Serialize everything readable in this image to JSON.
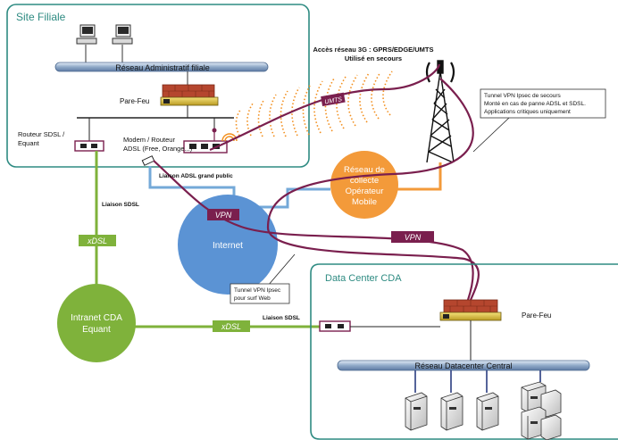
{
  "site": {
    "title": "Site Filiale",
    "admin_network": "Réseau Administratif filiale",
    "firewall": "Pare-Feu",
    "sdsl_router_line1": "Routeur SDSL /",
    "sdsl_router_line2": "Equant",
    "modem_line1": "Modem / Routeur",
    "modem_line2": "ADSL (Free, Orange...)"
  },
  "links": {
    "adsl_public": "Liaison ADSL grand public",
    "sdsl_left": "Liaison SDSL",
    "sdsl_bottom": "Liaison SDSL",
    "xdsl_left": "xDSL",
    "xdsl_bottom": "xDSL",
    "umts": "UMTS",
    "vpn_internet": "VPN",
    "vpn_datacenter": "VPN"
  },
  "access3g": {
    "line1": "Accès réseau 3G : GPRS/EDGE/UMTS",
    "line2": "Utilisé en secours"
  },
  "tunnel_backup": {
    "line1": "Tunnel VPN Ipsec de secours",
    "line2": "Monté en cas de panne ADSL et SDSL.",
    "line3": "Applications critiques uniquement"
  },
  "tunnel_web": {
    "line1": "Tunnel VPN Ipsec",
    "line2": "pour surf Web"
  },
  "mobile": {
    "line1": "Réseau de",
    "line2": "collecte",
    "line3": "Opérateur",
    "line4": "Mobile"
  },
  "internet": {
    "label": "Internet"
  },
  "intranet": {
    "line1": "Intranet CDA",
    "line2": "Equant"
  },
  "datacenter": {
    "title": "Data Center CDA",
    "firewall": "Pare-Feu",
    "network": "Réseau Datacenter Central"
  },
  "colors": {
    "site_border": "#2e8b82",
    "vpn": "#7a1f4e",
    "vpn_light": "#8c3a62",
    "internet": "#5b93d4",
    "mobile": "#f39a3a",
    "intranet": "#7fb23b",
    "radio": "#f28e1c",
    "link_blue": "#74a9d8"
  }
}
